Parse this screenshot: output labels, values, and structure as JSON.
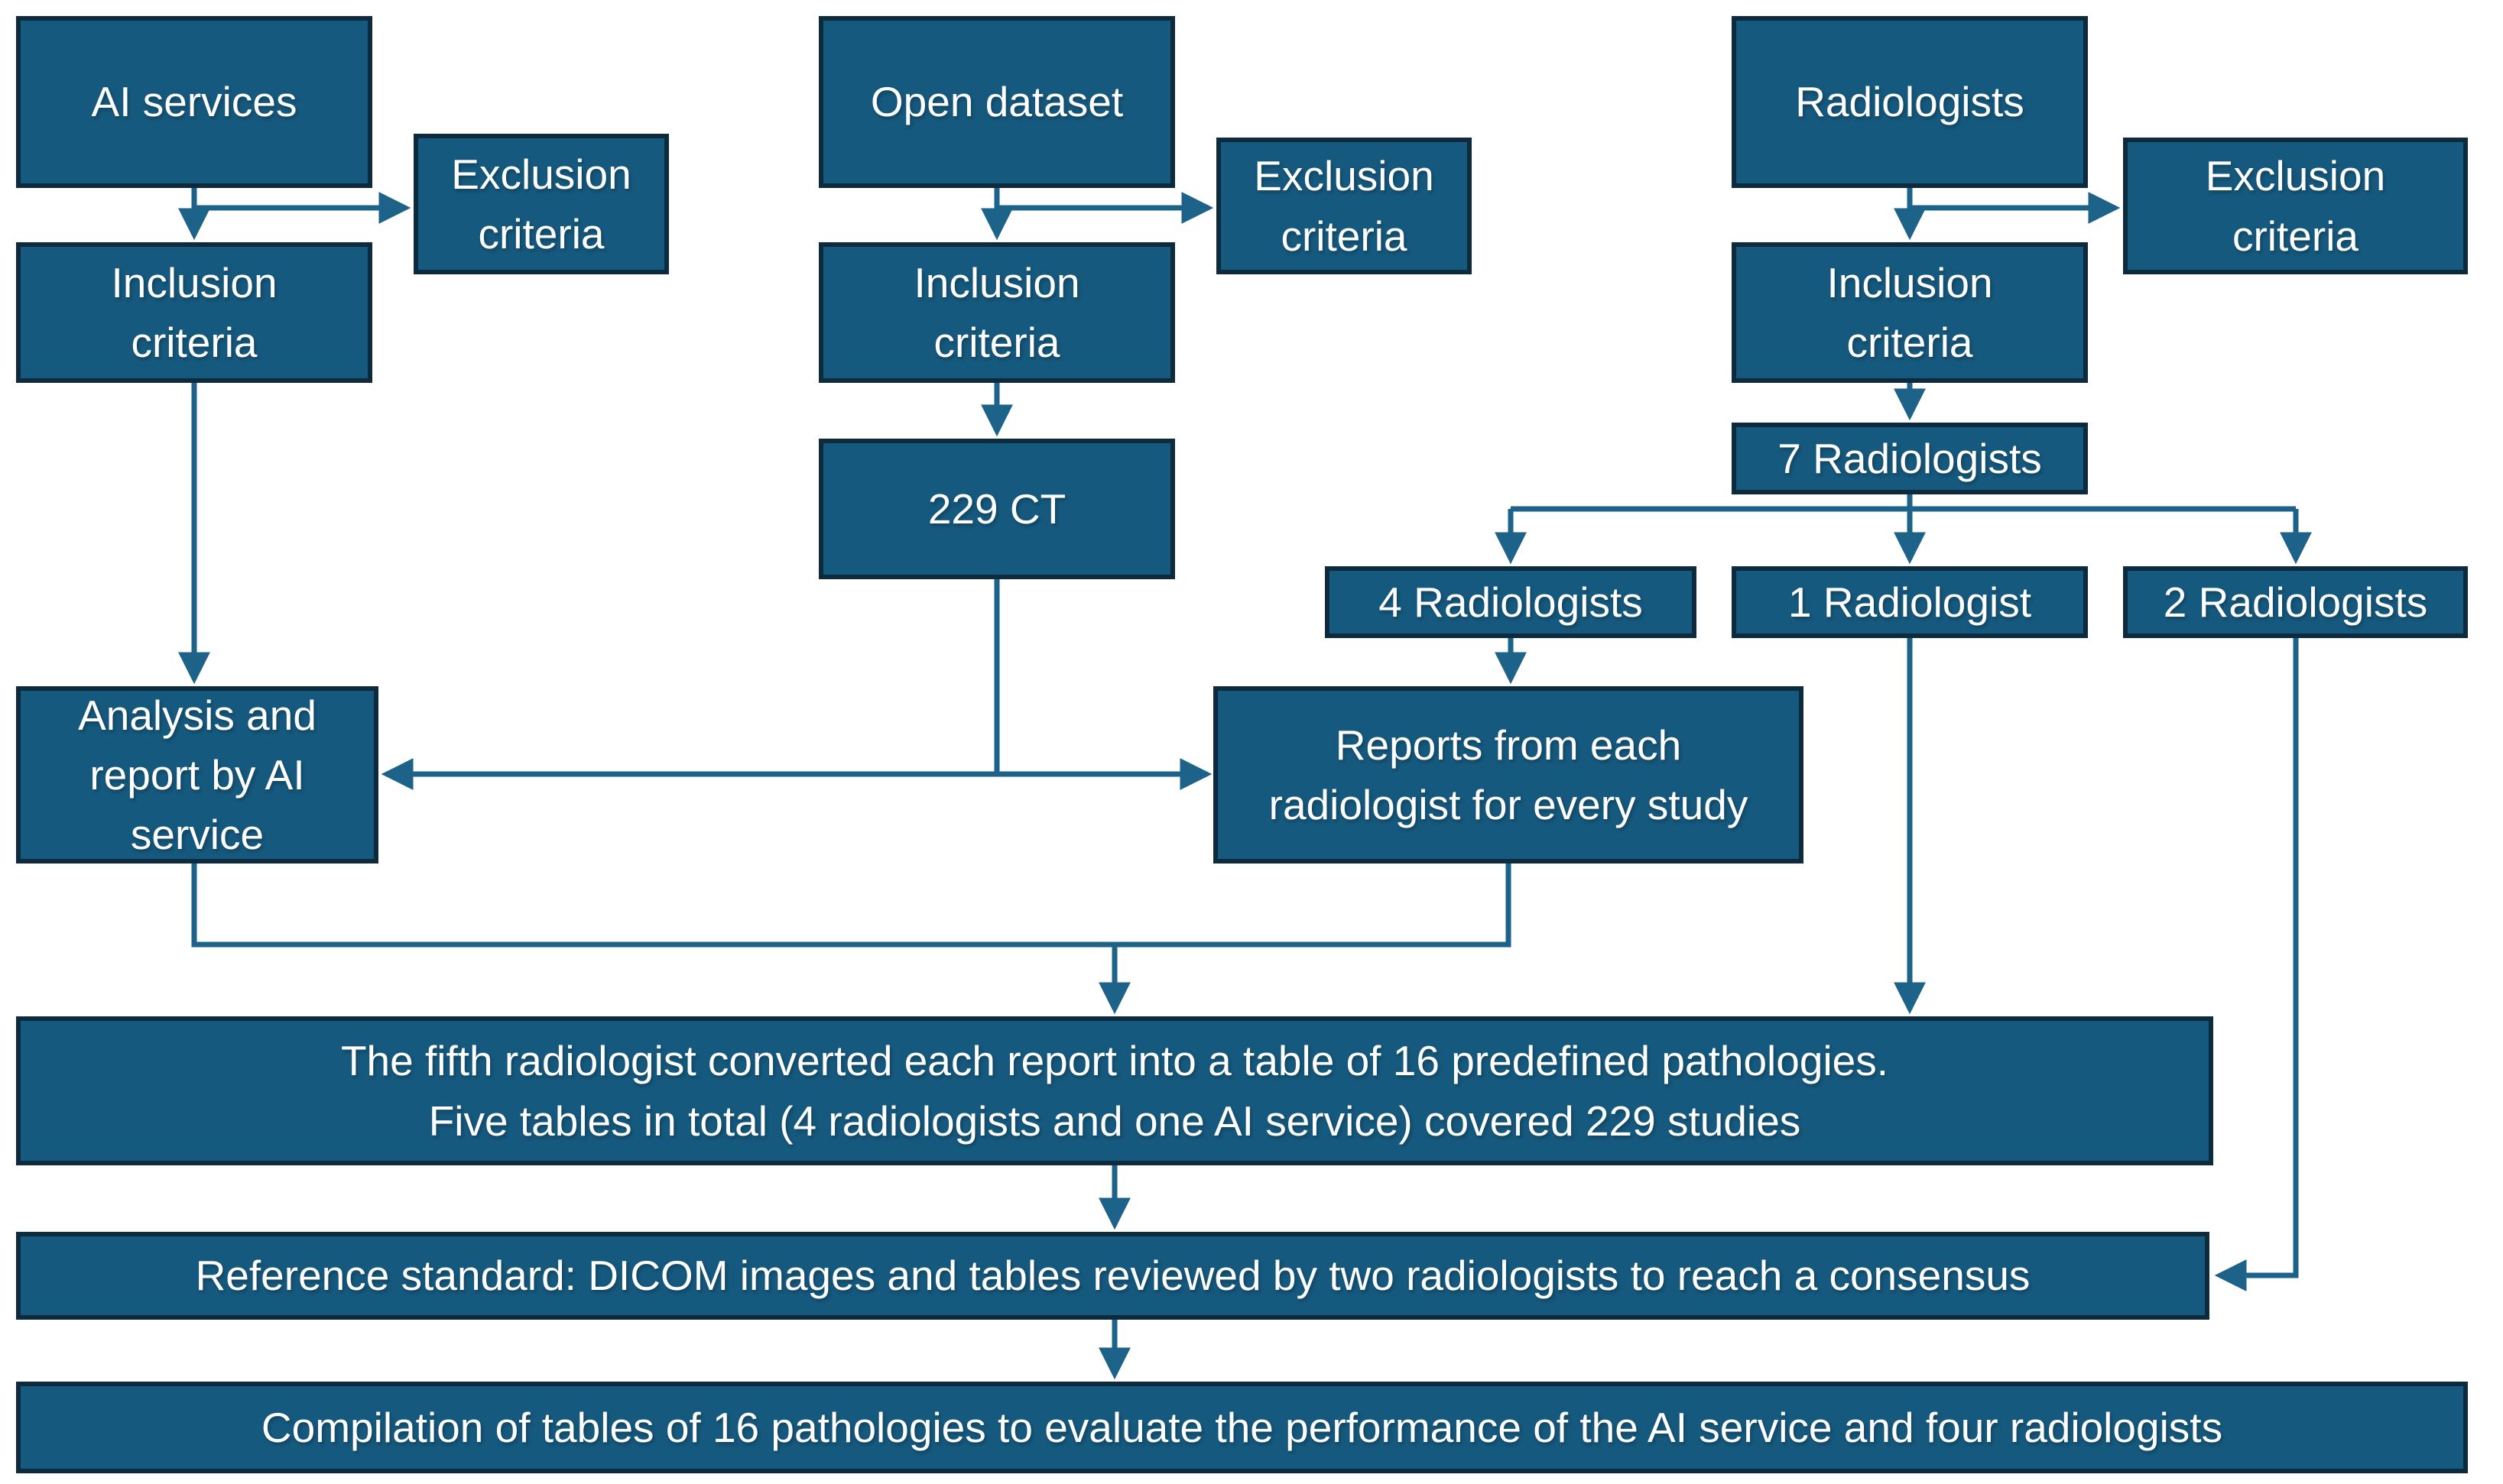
{
  "diagram": {
    "type": "flowchart",
    "background_color": "#FFFFFF",
    "colors": {
      "box_fill": "#16597E",
      "box_border": "#0E2B3E",
      "connector": "#1C6289",
      "text": "#FFFFFF"
    },
    "nodes": {
      "ai_services": {
        "label": "AI services"
      },
      "exclusion_left": {
        "label": "Exclusion\ncriteria"
      },
      "inclusion_left": {
        "label": "Inclusion\ncriteria"
      },
      "open_dataset": {
        "label": "Open dataset"
      },
      "exclusion_mid": {
        "label": "Exclusion\ncriteria"
      },
      "inclusion_mid": {
        "label": "Inclusion\ncriteria"
      },
      "ct229": {
        "label": "229 CT"
      },
      "radiologists": {
        "label": "Radiologists"
      },
      "exclusion_right": {
        "label": "Exclusion\ncriteria"
      },
      "inclusion_right": {
        "label": "Inclusion\ncriteria"
      },
      "seven_radiologists": {
        "label": "7 Radiologists"
      },
      "four_radiologists": {
        "label": "4 Radiologists"
      },
      "one_radiologist": {
        "label": "1 Radiologist"
      },
      "two_radiologists": {
        "label": "2 Radiologists"
      },
      "analysis_ai": {
        "label": "Analysis and\nreport by AI\nservice"
      },
      "reports_each": {
        "label": "Reports from each\nradiologist for every study"
      },
      "fifth_radiologist": {
        "label": "The fifth radiologist converted each report into a table of 16 predefined pathologies.\nFive tables in total (4 radiologists and one AI service) covered 229 studies"
      },
      "reference_standard": {
        "label": "Reference standard: DICOM images and tables reviewed by two radiologists to reach a consensus"
      },
      "compilation": {
        "label": "Compilation of tables of 16 pathologies to evaluate the performance of the AI service and four radiologists"
      }
    }
  }
}
